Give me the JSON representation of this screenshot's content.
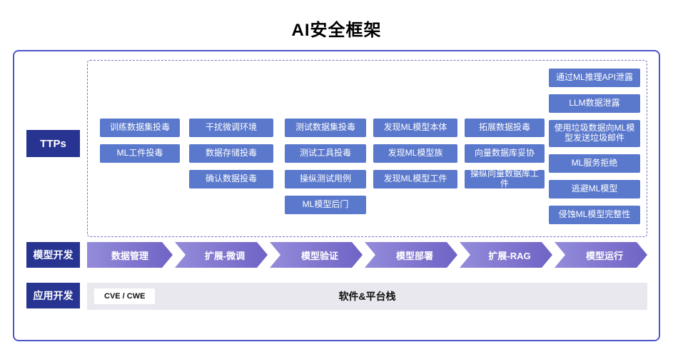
{
  "title": "AI安全框架",
  "labels": {
    "ttps": "TTPs",
    "model_dev": "模型开发",
    "app_dev": "应用开发"
  },
  "ttps": {
    "col1": [
      "训练数据集投毒",
      "ML工件投毒"
    ],
    "col2": [
      "干扰微调环境",
      "数据存储投毒",
      "确认数据投毒"
    ],
    "col3": [
      "测试数据集投毒",
      "测试工具投毒",
      "操纵测试用例",
      "ML模型后门"
    ],
    "col4": [
      "发现ML模型本体",
      "发现ML模型族",
      "发现ML模型工件"
    ],
    "col5": [
      "拓展数据投毒",
      "向量数据库妥协",
      "操纵向量数据库工件"
    ],
    "col6": [
      "通过ML推理API泄露",
      "LLM数据泄露",
      "使用垃圾数据向ML模型发送垃圾邮件",
      "ML服务拒绝",
      "逃避ML模型",
      "侵蚀ML模型完整性"
    ]
  },
  "pipeline": [
    "数据管理",
    "扩展-微调",
    "模型验证",
    "模型部署",
    "扩展-RAG",
    "模型运行"
  ],
  "app_layer": {
    "cve": "CVE / CWE",
    "stack": "软件&平台栈"
  },
  "colors": {
    "frame_border": "#4d55c8",
    "dashed_border": "#7a6fd0",
    "box_blue": "#5a78cc",
    "label_navy": "#283491",
    "arrow_purple": "#7b6ec9",
    "app_bar_gray": "#e8e8ee"
  }
}
